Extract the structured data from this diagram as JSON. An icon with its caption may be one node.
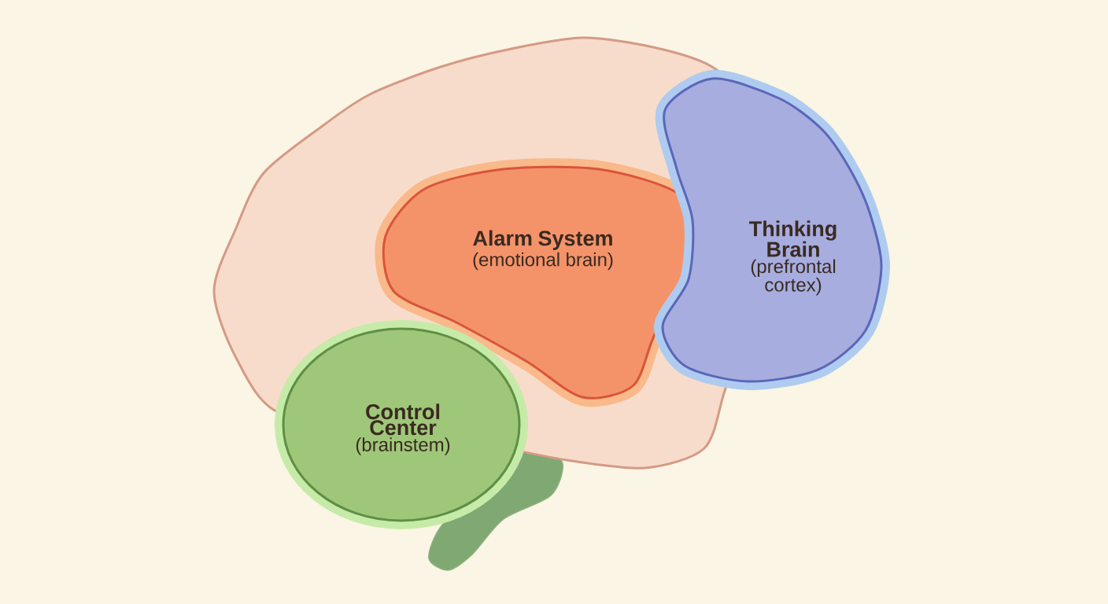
{
  "diagram": {
    "nodes": [
      {
        "text": [
          "Alarm System",
          "(emotional brain)"
        ]
      },
      {
        "text": [
          "Thinking Brain",
          "(prefrontal cortex)"
        ]
      },
      {
        "text": [
          "Control Center",
          "(brainstem)"
        ]
      }
    ]
  }
}
